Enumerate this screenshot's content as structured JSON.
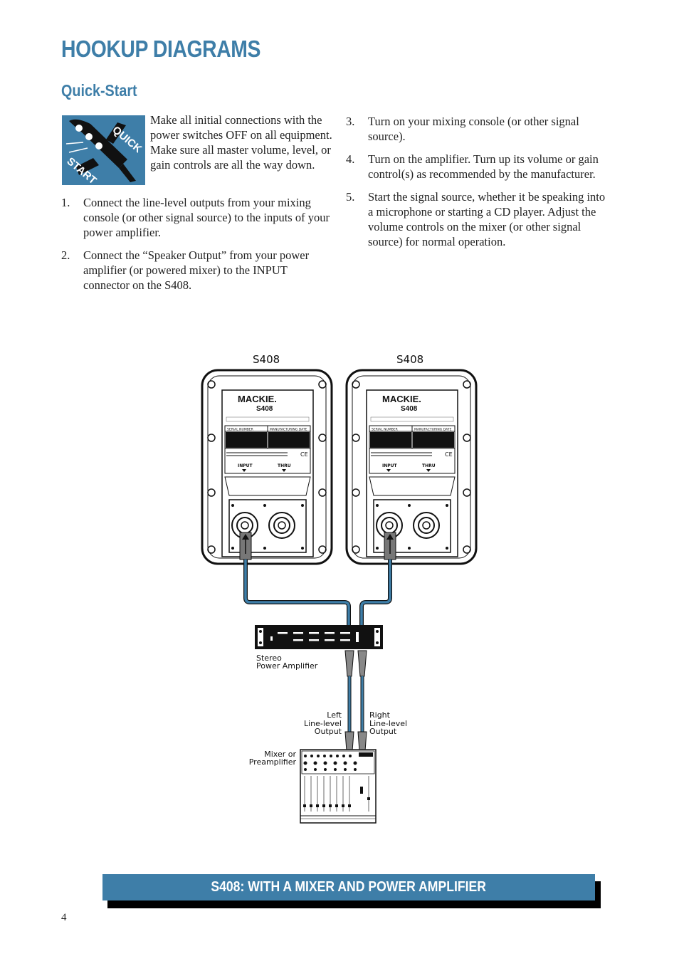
{
  "header": {
    "title": "HOOKUP DIAGRAMS",
    "subtitle": "Quick-Start"
  },
  "quickstart_icon": {
    "icon": "rocket-icon",
    "line1": "QUICK",
    "line2": "START"
  },
  "intro": "Make all initial connections with the power switches OFF on all equipment. Make sure all master volume, level, or gain controls are all the way down.",
  "steps": [
    {
      "num": "1.",
      "text": "Connect the line-level outputs from your mixing console (or other signal source) to the inputs of your power amplifier."
    },
    {
      "num": "2.",
      "text": "Connect the “Speaker Output” from your power amplifier (or powered mixer) to the INPUT connector on the S408."
    },
    {
      "num": "3.",
      "text": "Turn on your mixing console (or other signal source)."
    },
    {
      "num": "4.",
      "text": "Turn on the amplifier. Turn up its volume or gain control(s) as recommended by the manufacturer."
    },
    {
      "num": "5.",
      "text": "Start the signal source, whether it be speaking into a microphone or starting a CD player. Adjust the volume controls on the mixer (or other signal source) for normal operation."
    }
  ],
  "diagram": {
    "speaker_left_label": "S408",
    "speaker_right_label": "S408",
    "brand": "MACKIE.",
    "model": "S408",
    "panel_serial": "SERIAL NUMBER",
    "panel_mfg": "MANUFACTURING DATE",
    "panel_input": "INPUT",
    "panel_thru": "THRU",
    "amp_label_1": "Stereo",
    "amp_label_2": "Power Amplifier",
    "left_out_1": "Left",
    "left_out_2": "Line-level",
    "left_out_3": "Output",
    "right_out_1": "Right",
    "right_out_2": "Line-level",
    "right_out_3": "Output",
    "mixer_label_1": "Mixer or",
    "mixer_label_2": "Preamplifier",
    "cable_color": "#3e7ea8"
  },
  "banner": "S408: WITH A MIXER AND POWER AMPLIFIER",
  "page_number": "4",
  "colors": {
    "accent": "#3e7ea8",
    "text": "#222222"
  }
}
